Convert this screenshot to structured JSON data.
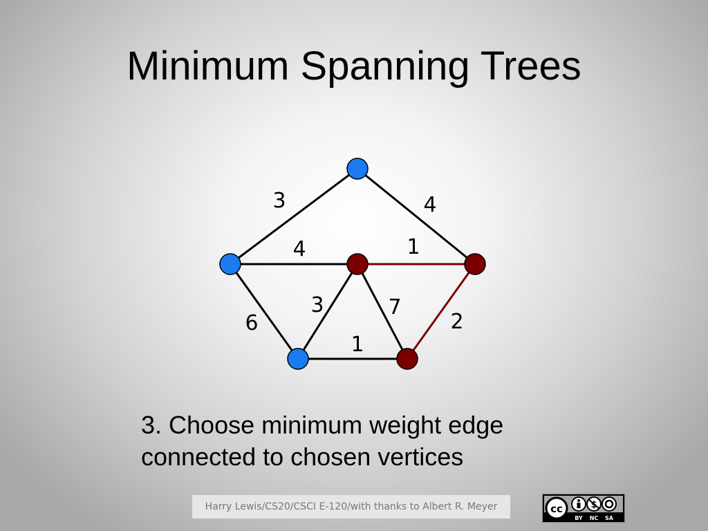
{
  "slide": {
    "title": "Minimum Spanning Trees",
    "step_line_1": "3. Choose minimum weight edge",
    "step_line_2": "connected to chosen vertices",
    "footer": "Harry Lewis/CS20/CSCI E-120/with thanks to Albert R. Meyer"
  },
  "license": {
    "cc": "cc",
    "by": "BY",
    "nc": "NC",
    "sa": "SA"
  },
  "colors": {
    "unchosen_vertex": "#1a7cf0",
    "chosen_vertex": "#7a0000",
    "plain_edge": "#000000",
    "chosen_edge": "#7a0000"
  },
  "graph": {
    "vertices": [
      {
        "id": "top",
        "chosen": false
      },
      {
        "id": "left",
        "chosen": false
      },
      {
        "id": "center",
        "chosen": true
      },
      {
        "id": "right",
        "chosen": true
      },
      {
        "id": "bottom-left",
        "chosen": false
      },
      {
        "id": "bottom-right",
        "chosen": true
      }
    ],
    "edges": [
      {
        "from": "top",
        "to": "left",
        "weight": "3",
        "chosen": false
      },
      {
        "from": "top",
        "to": "right",
        "weight": "4",
        "chosen": false
      },
      {
        "from": "left",
        "to": "center",
        "weight": "4",
        "chosen": false
      },
      {
        "from": "center",
        "to": "right",
        "weight": "1",
        "chosen": true
      },
      {
        "from": "left",
        "to": "bottom-left",
        "weight": "6",
        "chosen": false
      },
      {
        "from": "center",
        "to": "bottom-left",
        "weight": "3",
        "chosen": false
      },
      {
        "from": "center",
        "to": "bottom-right",
        "weight": "7",
        "chosen": false
      },
      {
        "from": "right",
        "to": "bottom-right",
        "weight": "2",
        "chosen": true
      },
      {
        "from": "bottom-left",
        "to": "bottom-right",
        "weight": "1",
        "chosen": false
      }
    ]
  }
}
